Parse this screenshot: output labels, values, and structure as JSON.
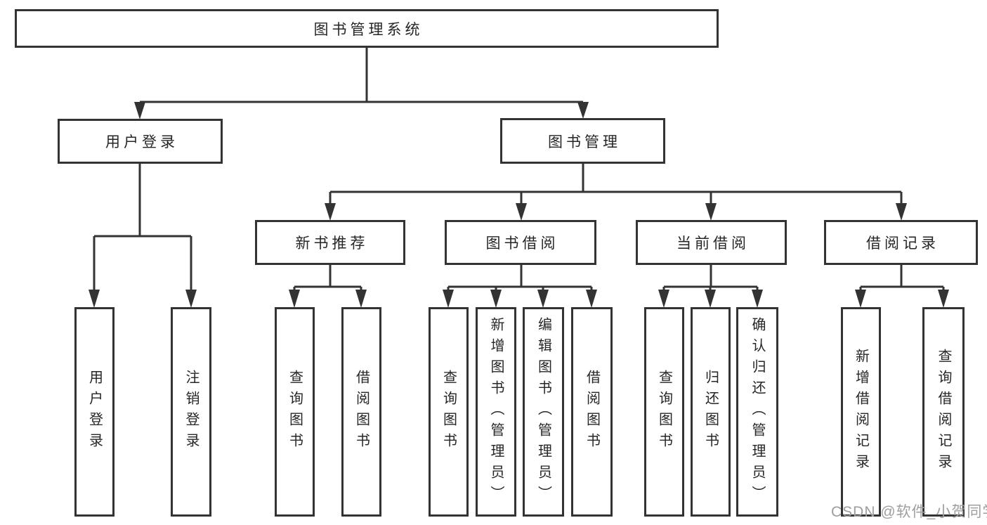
{
  "diagram": {
    "root": {
      "label": "图书管理系统"
    },
    "level2": [
      {
        "label": "用户登录"
      },
      {
        "label": "图书管理"
      }
    ],
    "level3": [
      {
        "label": "新书推荐"
      },
      {
        "label": "图书借阅"
      },
      {
        "label": "当前借阅"
      },
      {
        "label": "借阅记录"
      }
    ],
    "leaves": {
      "user": [
        "用户登录",
        "注销登录"
      ],
      "newbook": [
        "查询图书",
        "借阅图书"
      ],
      "borrow": [
        "查询图书",
        "新增图书（管理员）",
        "编辑图书（管理员）",
        "借阅图书"
      ],
      "current": [
        "查询图书",
        "归还图书",
        "确认归还（管理员）"
      ],
      "records": [
        "新增借阅记录",
        "查询借阅记录"
      ]
    }
  },
  "watermark": {
    "text": "CSDN @软件_小贺同学"
  },
  "colors": {
    "line": "#333333",
    "box_border": "#333333",
    "box_fill": "#ffffff",
    "text": "#262626",
    "watermark": "#9e9e9e"
  }
}
